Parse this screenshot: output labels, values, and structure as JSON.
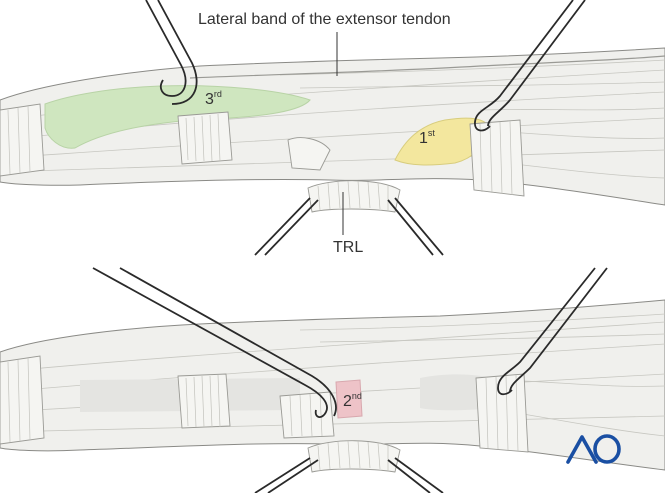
{
  "labels": {
    "lateral_band": "Lateral band of the extensor tendon",
    "trl": "TRL",
    "pulley_3_num": "3",
    "pulley_3_sup": "rd",
    "pulley_1_num": "1",
    "pulley_1_sup": "st",
    "pulley_2_num": "2",
    "pulley_2_sup": "nd"
  },
  "logo": {
    "text": "AO",
    "color": "#1a4fa3"
  },
  "colors": {
    "pulley_3rd": "#cfe6bf",
    "pulley_1st": "#f3e79e",
    "pulley_2nd": "#eec3c8",
    "tissue": "#efefec",
    "line": "#2a2a2a"
  }
}
